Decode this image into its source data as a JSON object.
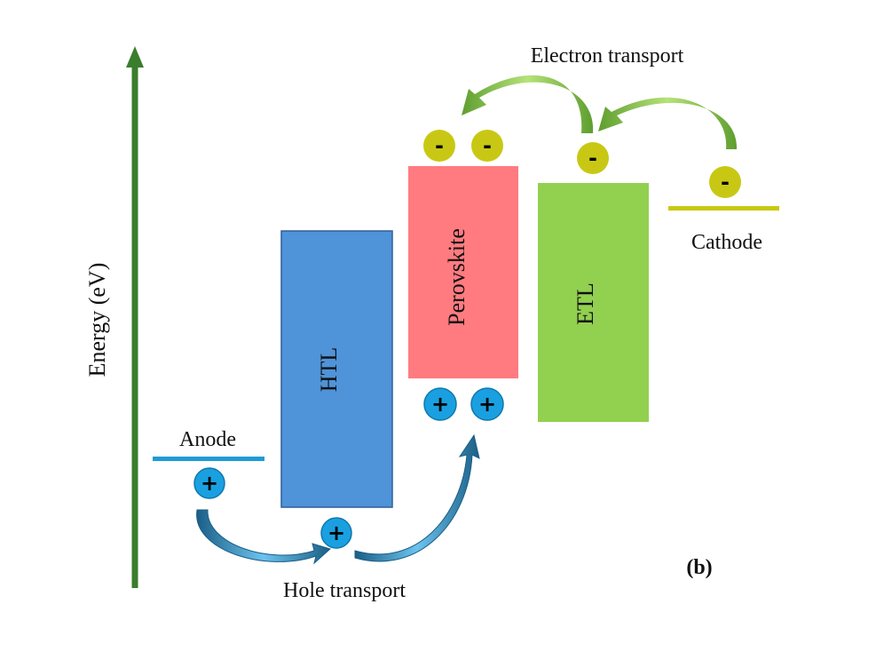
{
  "axis": {
    "label": "Energy (eV)"
  },
  "layers": {
    "anode": "Anode",
    "htl": "HTL",
    "perovskite": "Perovskite",
    "etl": "ETL",
    "cathode": "Cathode"
  },
  "transport": {
    "electron": "Electron transport",
    "hole": "Hole transport"
  },
  "carriers": {
    "electron_symbol": "-",
    "hole_symbol": "+"
  },
  "panel_label": "(b)",
  "colors": {
    "axis_arrow": "#3a7d2c",
    "anode_line": "#1f9bd6",
    "htl": "#4f93d8",
    "perovskite": "#ff7b80",
    "etl": "#92d050",
    "cathode_line": "#c8c814",
    "electron": "#c8c814",
    "hole": "#1aa0e0",
    "electron_arrow": "#7cc043",
    "hole_arrow": "#3fa7d8"
  }
}
